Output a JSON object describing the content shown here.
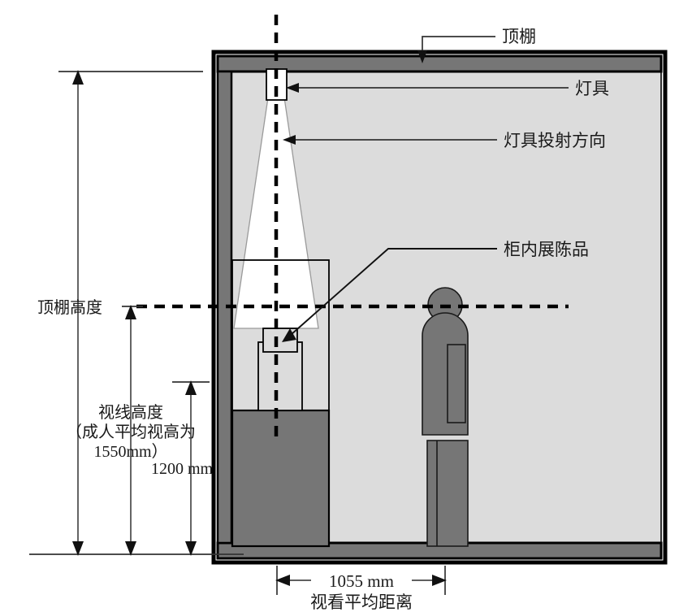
{
  "diagram": {
    "title": "museum-display-case-lighting-section",
    "callouts": {
      "ceiling": "顶棚",
      "luminaire": "灯具",
      "beam_direction": "灯具投射方向",
      "exhibit_in_case": "柜内展陈品"
    },
    "dimensions": {
      "ceiling_height": "顶棚高度",
      "sight_height_line1": "视线高度",
      "sight_height_line2": "（成人平均视高为",
      "sight_height_line3": "1550mm）",
      "case_height_value": "1200  mm",
      "viewing_distance_value": "1055  mm",
      "viewing_distance_label": "视看平均距离"
    }
  },
  "colors": {
    "outline": "#000000",
    "room_interior": "#dcdcdc",
    "structure_gray": "#767676",
    "light_cone": "#ffffff",
    "case_glass": "#e8e8e8",
    "leader_line": "#333333",
    "dimension_line": "#4a4a4a"
  }
}
